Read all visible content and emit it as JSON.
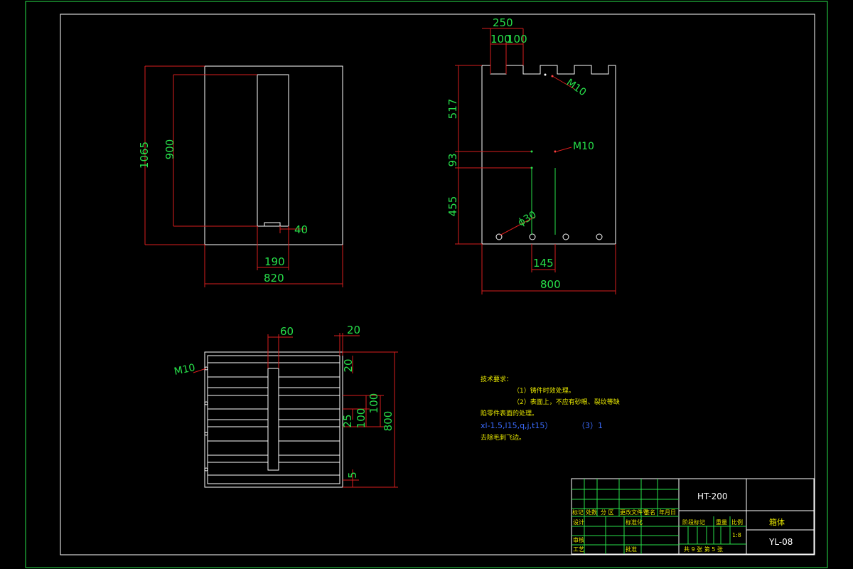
{
  "colors": {
    "background": "#000000",
    "outline": "#ffffff",
    "dimension": "#d81e1e",
    "dimension_text": "#27e04a",
    "note_text": "#e7e700",
    "note_blue": "#3b6cff",
    "frame": "#27e04a"
  },
  "front_view": {
    "dim_height_total": "1065",
    "dim_height_inner": "900",
    "dim_slot": "40",
    "dim_inner_width": "190",
    "dim_total_width": "820"
  },
  "side_view": {
    "dim_top_total": "250",
    "dim_top_a": "100",
    "dim_top_b": "100",
    "dim_517": "517",
    "dim_93": "93",
    "dim_455": "455",
    "thread_top": "M10",
    "thread_mid": "M10",
    "hole_dia": "ϕ30",
    "dim_145": "145",
    "dim_800": "800"
  },
  "top_view": {
    "thread": "M10",
    "dim_60": "60",
    "dim_20_top": "20",
    "dim_20_side": "20",
    "dim_100_a": "100",
    "dim_100_b": "100",
    "dim_25": "25",
    "dim_800": "800",
    "dim_5": "5"
  },
  "notes": {
    "title": "技术要求：",
    "line1": "（1）铸件时效处理。",
    "line2": "（2）表面上，不应有砂眼、裂纹等缺",
    "line3": "陷零件表面的处理。",
    "line4": "xl-1.5,l15,q,j,t15）",
    "line4b": "（3）1",
    "line5": "去除毛刺飞边。"
  },
  "title_block": {
    "material": "HT-200",
    "part_name": "箱体",
    "drawing_no": "YL-08",
    "scale": "1:8",
    "sheets": "共 9 张  第 5 张",
    "h_mark": "标记",
    "h_count": "处数",
    "h_zone": "分 区",
    "h_docno": "更改文件号",
    "h_sign": "签名",
    "h_date": "年月日",
    "h_design": "设计",
    "h_std": "标准化",
    "h_stage": "阶段标记",
    "h_weight": "重量",
    "h_ratio": "比例",
    "h_review": "审核",
    "h_process": "工艺",
    "h_approve": "批准"
  }
}
